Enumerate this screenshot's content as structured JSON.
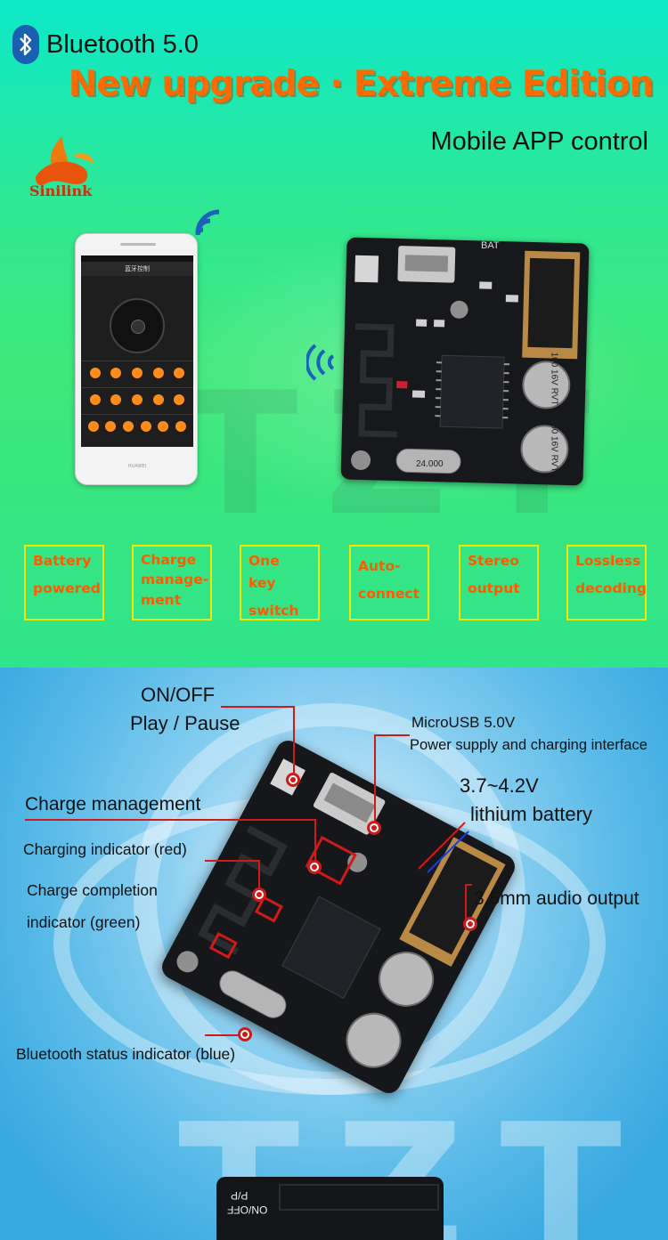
{
  "header": {
    "bluetooth_label": "Bluetooth 5.0",
    "headline": "New upgrade · Extreme Edition",
    "app_control": "Mobile APP control"
  },
  "brand": {
    "logo_text": "Sinilink",
    "logo_icon": "sinilink-swirl-logo"
  },
  "phone": {
    "screen_title": "蓝牙控制",
    "brand_text": "HUAWEI"
  },
  "features": [
    {
      "line1": "Battery",
      "line2": "powered",
      "line3": ""
    },
    {
      "line1": "Charge",
      "line2": "manage-",
      "line3": "ment"
    },
    {
      "line1": "One key",
      "line2": "switch",
      "line3": ""
    },
    {
      "line1": "Auto-",
      "line2": "connect",
      "line3": ""
    },
    {
      "line1": "Stereo",
      "line2": "output",
      "line3": ""
    },
    {
      "line1": "Lossless",
      "line2": "decoding",
      "line3": ""
    }
  ],
  "board_top": {
    "capacitor_text_1": "100 16V RVT",
    "capacitor_text_2": "100 16V RVT",
    "crystal_text": "24.000",
    "bat_label": "BAT"
  },
  "callouts": {
    "onoff": "ON/OFF",
    "play_pause": "Play / Pause",
    "microusb": "MicroUSB  5.0V",
    "microusb_desc": "Power supply and charging interface",
    "charge_mgmt": "Charge management",
    "battery_volt": "3.7~4.2V",
    "battery_type": "lithium battery",
    "charging_ind": "Charging indicator (red)",
    "charge_complete_1": "Charge completion",
    "charge_complete_2": "indicator (green)",
    "audio_out": "3.5mm audio output",
    "bt_status": "Bluetooth status indicator (blue)"
  },
  "watermark": "TZT",
  "peek_board": {
    "label_1": "ON/OFF",
    "label_2": "P/P"
  },
  "colors": {
    "headline_orange": "#ff6a00",
    "feature_text": "#ff5a00",
    "feature_border": "#f2e800",
    "callout_red": "#d01a1a",
    "bluetooth_blue": "#1a5fb0"
  }
}
